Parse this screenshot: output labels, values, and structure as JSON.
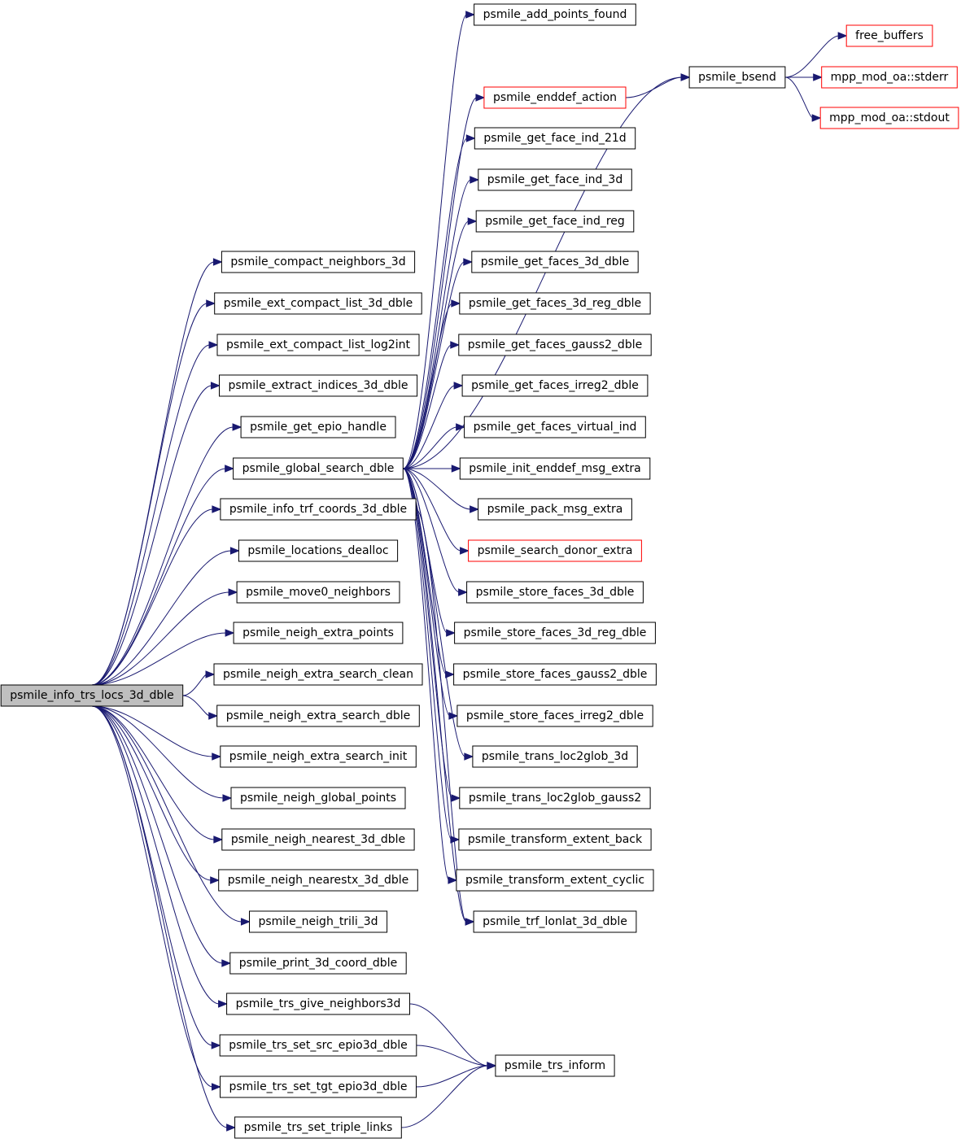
{
  "nodes": [
    {
      "id": "root",
      "label": "psmile_info_trs_locs_3d_dble",
      "kind": "root"
    },
    {
      "id": "compact_neighbors_3d",
      "label": "psmile_compact_neighbors_3d",
      "kind": "normal"
    },
    {
      "id": "ext_compact_list_3d_dble",
      "label": "psmile_ext_compact_list_3d_dble",
      "kind": "normal"
    },
    {
      "id": "ext_compact_list_log2int",
      "label": "psmile_ext_compact_list_log2int",
      "kind": "normal"
    },
    {
      "id": "extract_indices_3d_dble",
      "label": "psmile_extract_indices_3d_dble",
      "kind": "normal"
    },
    {
      "id": "get_epio_handle",
      "label": "psmile_get_epio_handle",
      "kind": "normal"
    },
    {
      "id": "global_search_dble",
      "label": "psmile_global_search_dble",
      "kind": "normal"
    },
    {
      "id": "info_trf_coords_3d_dble",
      "label": "psmile_info_trf_coords_3d_dble",
      "kind": "normal"
    },
    {
      "id": "locations_dealloc",
      "label": "psmile_locations_dealloc",
      "kind": "normal"
    },
    {
      "id": "move0_neighbors",
      "label": "psmile_move0_neighbors",
      "kind": "normal"
    },
    {
      "id": "neigh_extra_points",
      "label": "psmile_neigh_extra_points",
      "kind": "normal"
    },
    {
      "id": "neigh_extra_search_clean",
      "label": "psmile_neigh_extra_search_clean",
      "kind": "normal"
    },
    {
      "id": "neigh_extra_search_dble",
      "label": "psmile_neigh_extra_search_dble",
      "kind": "normal"
    },
    {
      "id": "neigh_extra_search_init",
      "label": "psmile_neigh_extra_search_init",
      "kind": "normal"
    },
    {
      "id": "neigh_global_points",
      "label": "psmile_neigh_global_points",
      "kind": "normal"
    },
    {
      "id": "neigh_nearest_3d_dble",
      "label": "psmile_neigh_nearest_3d_dble",
      "kind": "normal"
    },
    {
      "id": "neigh_nearestx_3d_dble",
      "label": "psmile_neigh_nearestx_3d_dble",
      "kind": "normal"
    },
    {
      "id": "neigh_trili_3d",
      "label": "psmile_neigh_trili_3d",
      "kind": "normal"
    },
    {
      "id": "print_3d_coord_dble",
      "label": "psmile_print_3d_coord_dble",
      "kind": "normal"
    },
    {
      "id": "trs_give_neighbors3d",
      "label": "psmile_trs_give_neighbors3d",
      "kind": "normal"
    },
    {
      "id": "trs_set_src_epio3d_dble",
      "label": "psmile_trs_set_src_epio3d_dble",
      "kind": "normal"
    },
    {
      "id": "trs_set_tgt_epio3d_dble",
      "label": "psmile_trs_set_tgt_epio3d_dble",
      "kind": "normal"
    },
    {
      "id": "trs_set_triple_links",
      "label": "psmile_trs_set_triple_links",
      "kind": "normal"
    },
    {
      "id": "add_points_found",
      "label": "psmile_add_points_found",
      "kind": "normal"
    },
    {
      "id": "enddef_action",
      "label": "psmile_enddef_action",
      "kind": "external"
    },
    {
      "id": "get_face_ind_21d",
      "label": "psmile_get_face_ind_21d",
      "kind": "normal"
    },
    {
      "id": "get_face_ind_3d",
      "label": "psmile_get_face_ind_3d",
      "kind": "normal"
    },
    {
      "id": "get_face_ind_reg",
      "label": "psmile_get_face_ind_reg",
      "kind": "normal"
    },
    {
      "id": "get_faces_3d_dble",
      "label": "psmile_get_faces_3d_dble",
      "kind": "normal"
    },
    {
      "id": "get_faces_3d_reg_dble",
      "label": "psmile_get_faces_3d_reg_dble",
      "kind": "normal"
    },
    {
      "id": "get_faces_gauss2_dble",
      "label": "psmile_get_faces_gauss2_dble",
      "kind": "normal"
    },
    {
      "id": "get_faces_irreg2_dble",
      "label": "psmile_get_faces_irreg2_dble",
      "kind": "normal"
    },
    {
      "id": "get_faces_virtual_ind",
      "label": "psmile_get_faces_virtual_ind",
      "kind": "normal"
    },
    {
      "id": "init_enddef_msg_extra",
      "label": "psmile_init_enddef_msg_extra",
      "kind": "normal"
    },
    {
      "id": "pack_msg_extra",
      "label": "psmile_pack_msg_extra",
      "kind": "normal"
    },
    {
      "id": "search_donor_extra",
      "label": "psmile_search_donor_extra",
      "kind": "external"
    },
    {
      "id": "store_faces_3d_dble",
      "label": "psmile_store_faces_3d_dble",
      "kind": "normal"
    },
    {
      "id": "store_faces_3d_reg_dble",
      "label": "psmile_store_faces_3d_reg_dble",
      "kind": "normal"
    },
    {
      "id": "store_faces_gauss2_dble",
      "label": "psmile_store_faces_gauss2_dble",
      "kind": "normal"
    },
    {
      "id": "store_faces_irreg2_dble",
      "label": "psmile_store_faces_irreg2_dble",
      "kind": "normal"
    },
    {
      "id": "trans_loc2glob_3d",
      "label": "psmile_trans_loc2glob_3d",
      "kind": "normal"
    },
    {
      "id": "trans_loc2glob_gauss2",
      "label": "psmile_trans_loc2glob_gauss2",
      "kind": "normal"
    },
    {
      "id": "transform_extent_back",
      "label": "psmile_transform_extent_back",
      "kind": "normal"
    },
    {
      "id": "transform_extent_cyclic",
      "label": "psmile_transform_extent_cyclic",
      "kind": "normal"
    },
    {
      "id": "trf_lonlat_3d_dble",
      "label": "psmile_trf_lonlat_3d_dble",
      "kind": "normal"
    },
    {
      "id": "trs_inform",
      "label": "psmile_trs_inform",
      "kind": "normal"
    },
    {
      "id": "bsend",
      "label": "psmile_bsend",
      "kind": "normal"
    },
    {
      "id": "free_buffers",
      "label": "free_buffers",
      "kind": "external"
    },
    {
      "id": "stderr",
      "label": "mpp_mod_oa::stderr",
      "kind": "external"
    },
    {
      "id": "stdout",
      "label": "mpp_mod_oa::stdout",
      "kind": "external"
    }
  ],
  "edges": [
    [
      "root",
      "compact_neighbors_3d"
    ],
    [
      "root",
      "ext_compact_list_3d_dble"
    ],
    [
      "root",
      "ext_compact_list_log2int"
    ],
    [
      "root",
      "extract_indices_3d_dble"
    ],
    [
      "root",
      "get_epio_handle"
    ],
    [
      "root",
      "global_search_dble"
    ],
    [
      "root",
      "info_trf_coords_3d_dble"
    ],
    [
      "root",
      "locations_dealloc"
    ],
    [
      "root",
      "move0_neighbors"
    ],
    [
      "root",
      "neigh_extra_points"
    ],
    [
      "root",
      "neigh_extra_search_clean"
    ],
    [
      "root",
      "neigh_extra_search_dble"
    ],
    [
      "root",
      "neigh_extra_search_init"
    ],
    [
      "root",
      "neigh_global_points"
    ],
    [
      "root",
      "neigh_nearest_3d_dble"
    ],
    [
      "root",
      "neigh_nearestx_3d_dble"
    ],
    [
      "root",
      "neigh_trili_3d"
    ],
    [
      "root",
      "print_3d_coord_dble"
    ],
    [
      "root",
      "trs_give_neighbors3d"
    ],
    [
      "root",
      "trs_set_src_epio3d_dble"
    ],
    [
      "root",
      "trs_set_tgt_epio3d_dble"
    ],
    [
      "root",
      "trs_set_triple_links"
    ],
    [
      "global_search_dble",
      "add_points_found"
    ],
    [
      "global_search_dble",
      "bsend"
    ],
    [
      "global_search_dble",
      "enddef_action"
    ],
    [
      "global_search_dble",
      "get_face_ind_21d"
    ],
    [
      "global_search_dble",
      "get_face_ind_3d"
    ],
    [
      "global_search_dble",
      "get_face_ind_reg"
    ],
    [
      "global_search_dble",
      "get_faces_3d_dble"
    ],
    [
      "global_search_dble",
      "get_faces_3d_reg_dble"
    ],
    [
      "global_search_dble",
      "get_faces_gauss2_dble"
    ],
    [
      "global_search_dble",
      "get_faces_irreg2_dble"
    ],
    [
      "global_search_dble",
      "get_faces_virtual_ind"
    ],
    [
      "global_search_dble",
      "init_enddef_msg_extra"
    ],
    [
      "global_search_dble",
      "pack_msg_extra"
    ],
    [
      "global_search_dble",
      "search_donor_extra"
    ],
    [
      "global_search_dble",
      "store_faces_3d_dble"
    ],
    [
      "global_search_dble",
      "store_faces_3d_reg_dble"
    ],
    [
      "global_search_dble",
      "store_faces_gauss2_dble"
    ],
    [
      "global_search_dble",
      "store_faces_irreg2_dble"
    ],
    [
      "global_search_dble",
      "trans_loc2glob_3d"
    ],
    [
      "global_search_dble",
      "trans_loc2glob_gauss2"
    ],
    [
      "global_search_dble",
      "transform_extent_back"
    ],
    [
      "global_search_dble",
      "transform_extent_cyclic"
    ],
    [
      "global_search_dble",
      "trf_lonlat_3d_dble"
    ],
    [
      "info_trf_coords_3d_dble",
      "trf_lonlat_3d_dble"
    ],
    [
      "enddef_action",
      "bsend"
    ],
    [
      "bsend",
      "free_buffers"
    ],
    [
      "bsend",
      "stderr"
    ],
    [
      "bsend",
      "stdout"
    ],
    [
      "trs_give_neighbors3d",
      "trs_inform"
    ],
    [
      "trs_set_src_epio3d_dble",
      "trs_inform"
    ],
    [
      "trs_set_tgt_epio3d_dble",
      "trs_inform"
    ],
    [
      "trs_set_triple_links",
      "trs_inform"
    ]
  ]
}
